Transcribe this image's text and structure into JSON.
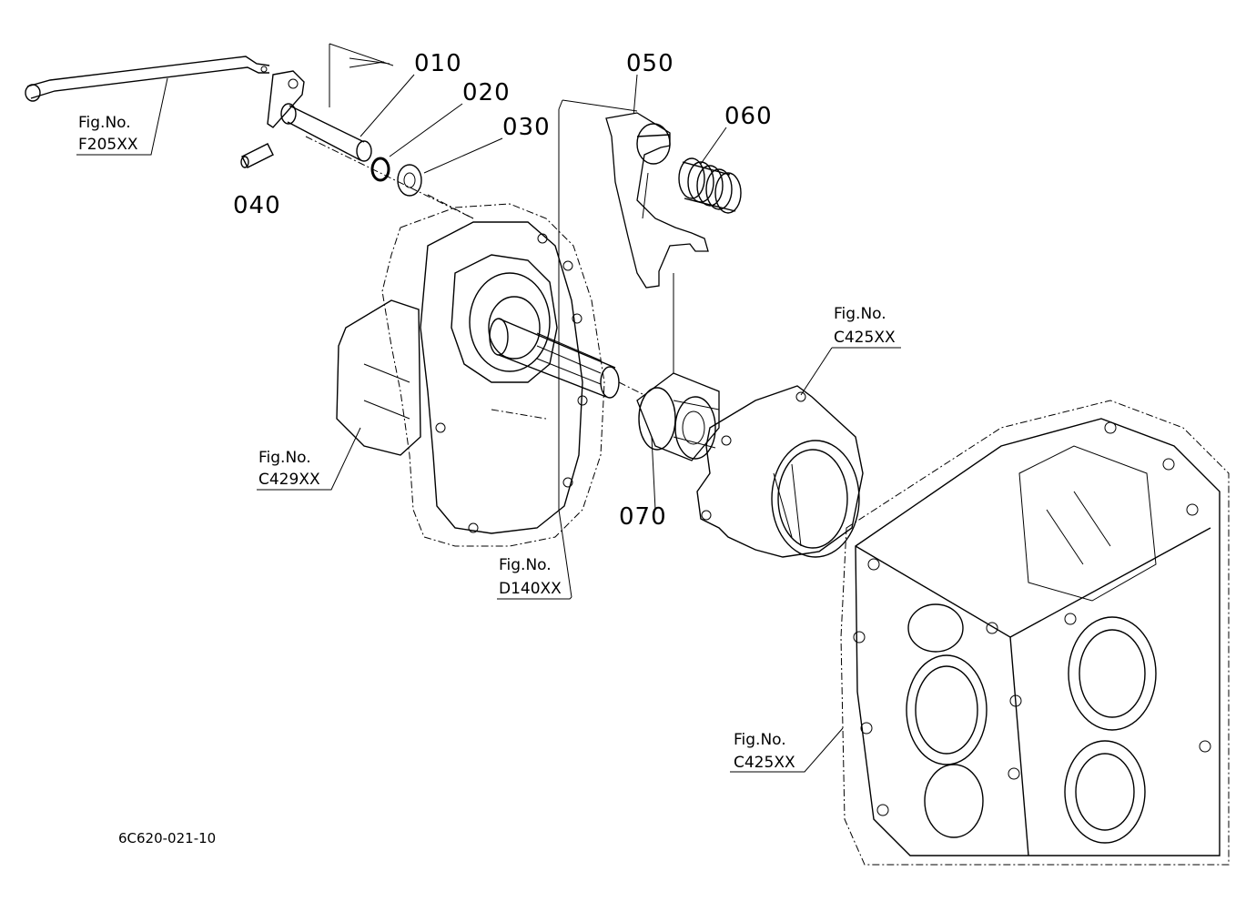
{
  "diagram_code": "6C620-021-10",
  "parts": [
    {
      "id": "p010",
      "label": "010"
    },
    {
      "id": "p020",
      "label": "020"
    },
    {
      "id": "p030",
      "label": "030"
    },
    {
      "id": "p040",
      "label": "040"
    },
    {
      "id": "p050",
      "label": "050"
    },
    {
      "id": "p060",
      "label": "060"
    },
    {
      "id": "p070",
      "label": "070"
    }
  ],
  "figure_refs": [
    {
      "id": "f205",
      "title": "Fig.No.",
      "code": "F205XX"
    },
    {
      "id": "c425a",
      "title": "Fig.No.",
      "code": "C425XX"
    },
    {
      "id": "c429",
      "title": "Fig.No.",
      "code": "C429XX"
    },
    {
      "id": "d140",
      "title": "Fig.No.",
      "code": "D140XX"
    },
    {
      "id": "c425b",
      "title": "Fig.No.",
      "code": "C425XX"
    }
  ]
}
